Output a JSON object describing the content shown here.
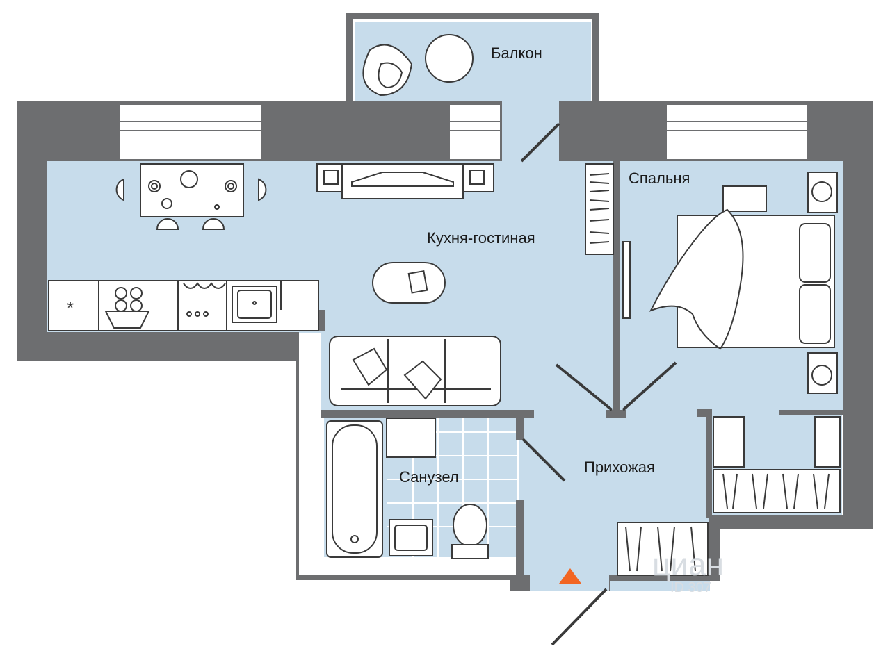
{
  "rooms": {
    "balcony": "Балкон",
    "bedroom": "Спальня",
    "kitchen_living": "Кухня-гостиная",
    "bathroom": "Санузел",
    "hallway": "Прихожая"
  },
  "watermark": {
    "brand": "циан",
    "id": "ID 307"
  },
  "colors": {
    "wall": "#6d6e70",
    "floor": "#c7dceb",
    "line": "#3a3a3a",
    "entrance": "#f26522"
  }
}
